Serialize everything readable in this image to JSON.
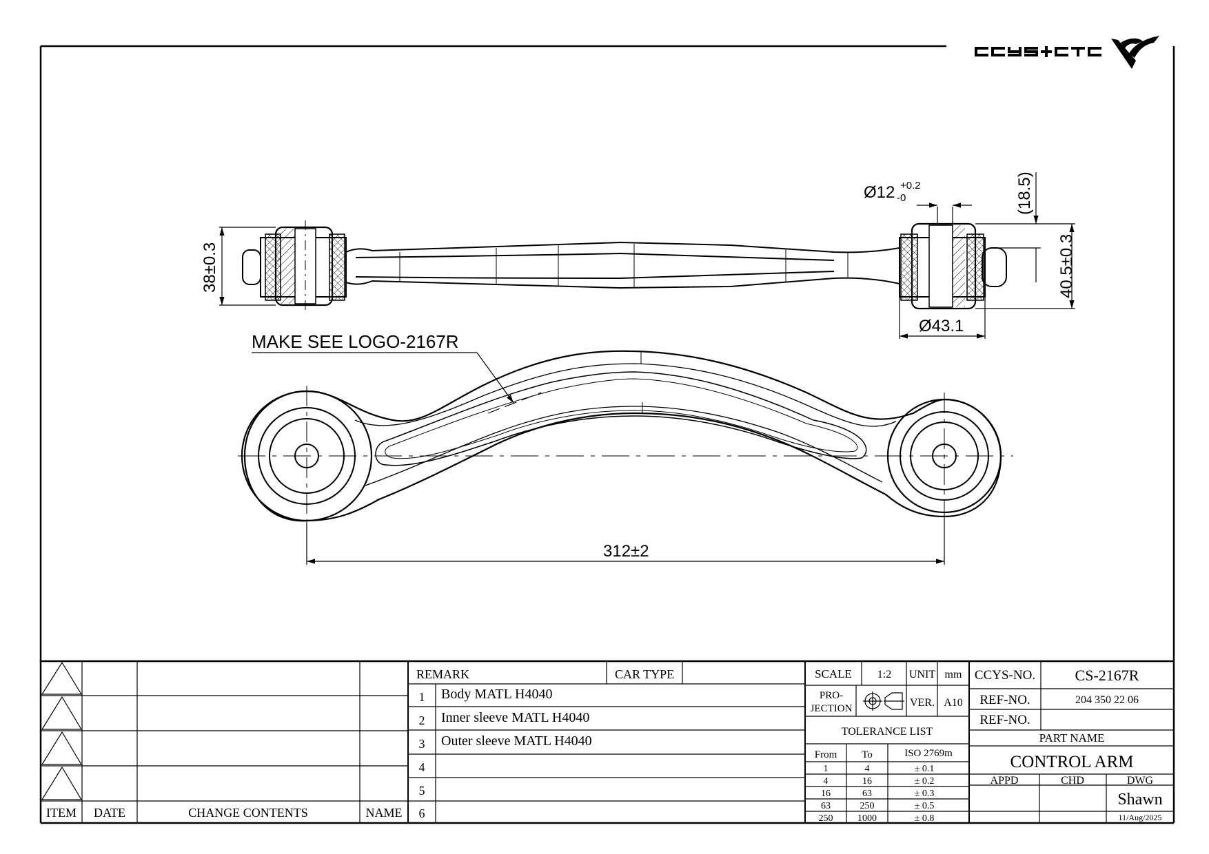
{
  "logo": {
    "text": "CCYS+CTC"
  },
  "drawing": {
    "note": "MAKE SEE LOGO-2167R",
    "dims": {
      "height_left": "38±0.3",
      "bore": "Ø12",
      "bore_tol_upper": "+0.2",
      "bore_tol_lower": "-0",
      "ref_height": "(18.5)",
      "height_right": "40.5±0.3",
      "outer_dia": "Ø43.1",
      "length": "312±2"
    }
  },
  "revision_block": {
    "headers": {
      "item": "ITEM",
      "date": "DATE",
      "change": "CHANGE CONTENTS",
      "name": "NAME"
    }
  },
  "remarks": {
    "remark_label": "REMARK",
    "car_type_label": "CAR TYPE",
    "car_type_value": "",
    "rows": [
      {
        "no": "1",
        "text": "Body MATL H4040"
      },
      {
        "no": "2",
        "text": "Inner sleeve MATL H4040"
      },
      {
        "no": "3",
        "text": "Outer sleeve MATL H4040"
      },
      {
        "no": "4",
        "text": ""
      },
      {
        "no": "5",
        "text": ""
      },
      {
        "no": "6",
        "text": ""
      }
    ]
  },
  "spec": {
    "scale_label": "SCALE",
    "scale_value": "1:2",
    "unit_label": "UNIT",
    "unit_value": "mm",
    "projection_label_1": "PRO-",
    "projection_label_2": "JECTION",
    "ver_label": "VER.",
    "ver_value": "A10",
    "tolerance_title": "TOLERANCE LIST",
    "tol_headers": {
      "from": "From",
      "to": "To",
      "std": "ISO 2769m"
    },
    "tolerances": [
      {
        "from": "1",
        "to": "4",
        "tol": "± 0.1"
      },
      {
        "from": "4",
        "to": "16",
        "tol": "± 0.2"
      },
      {
        "from": "16",
        "to": "63",
        "tol": "± 0.3"
      },
      {
        "from": "63",
        "to": "250",
        "tol": "± 0.5"
      },
      {
        "from": "250",
        "to": "1000",
        "tol": "± 0.8"
      }
    ]
  },
  "title": {
    "ccys_no_label": "CCYS-NO.",
    "ccys_no_value": "CS-2167R",
    "ref_no_label": "REF-NO.",
    "ref_no_value": "204 350 22 06",
    "ref_no2_label": "REF-NO.",
    "ref_no2_value": "",
    "part_name_label": "PART NAME",
    "part_name_value": "CONTROL ARM",
    "appd_label": "APPD",
    "chd_label": "CHD",
    "dwg_label": "DWG",
    "dwg_value": "Shawn",
    "date_value": "11/Aug/2025"
  }
}
